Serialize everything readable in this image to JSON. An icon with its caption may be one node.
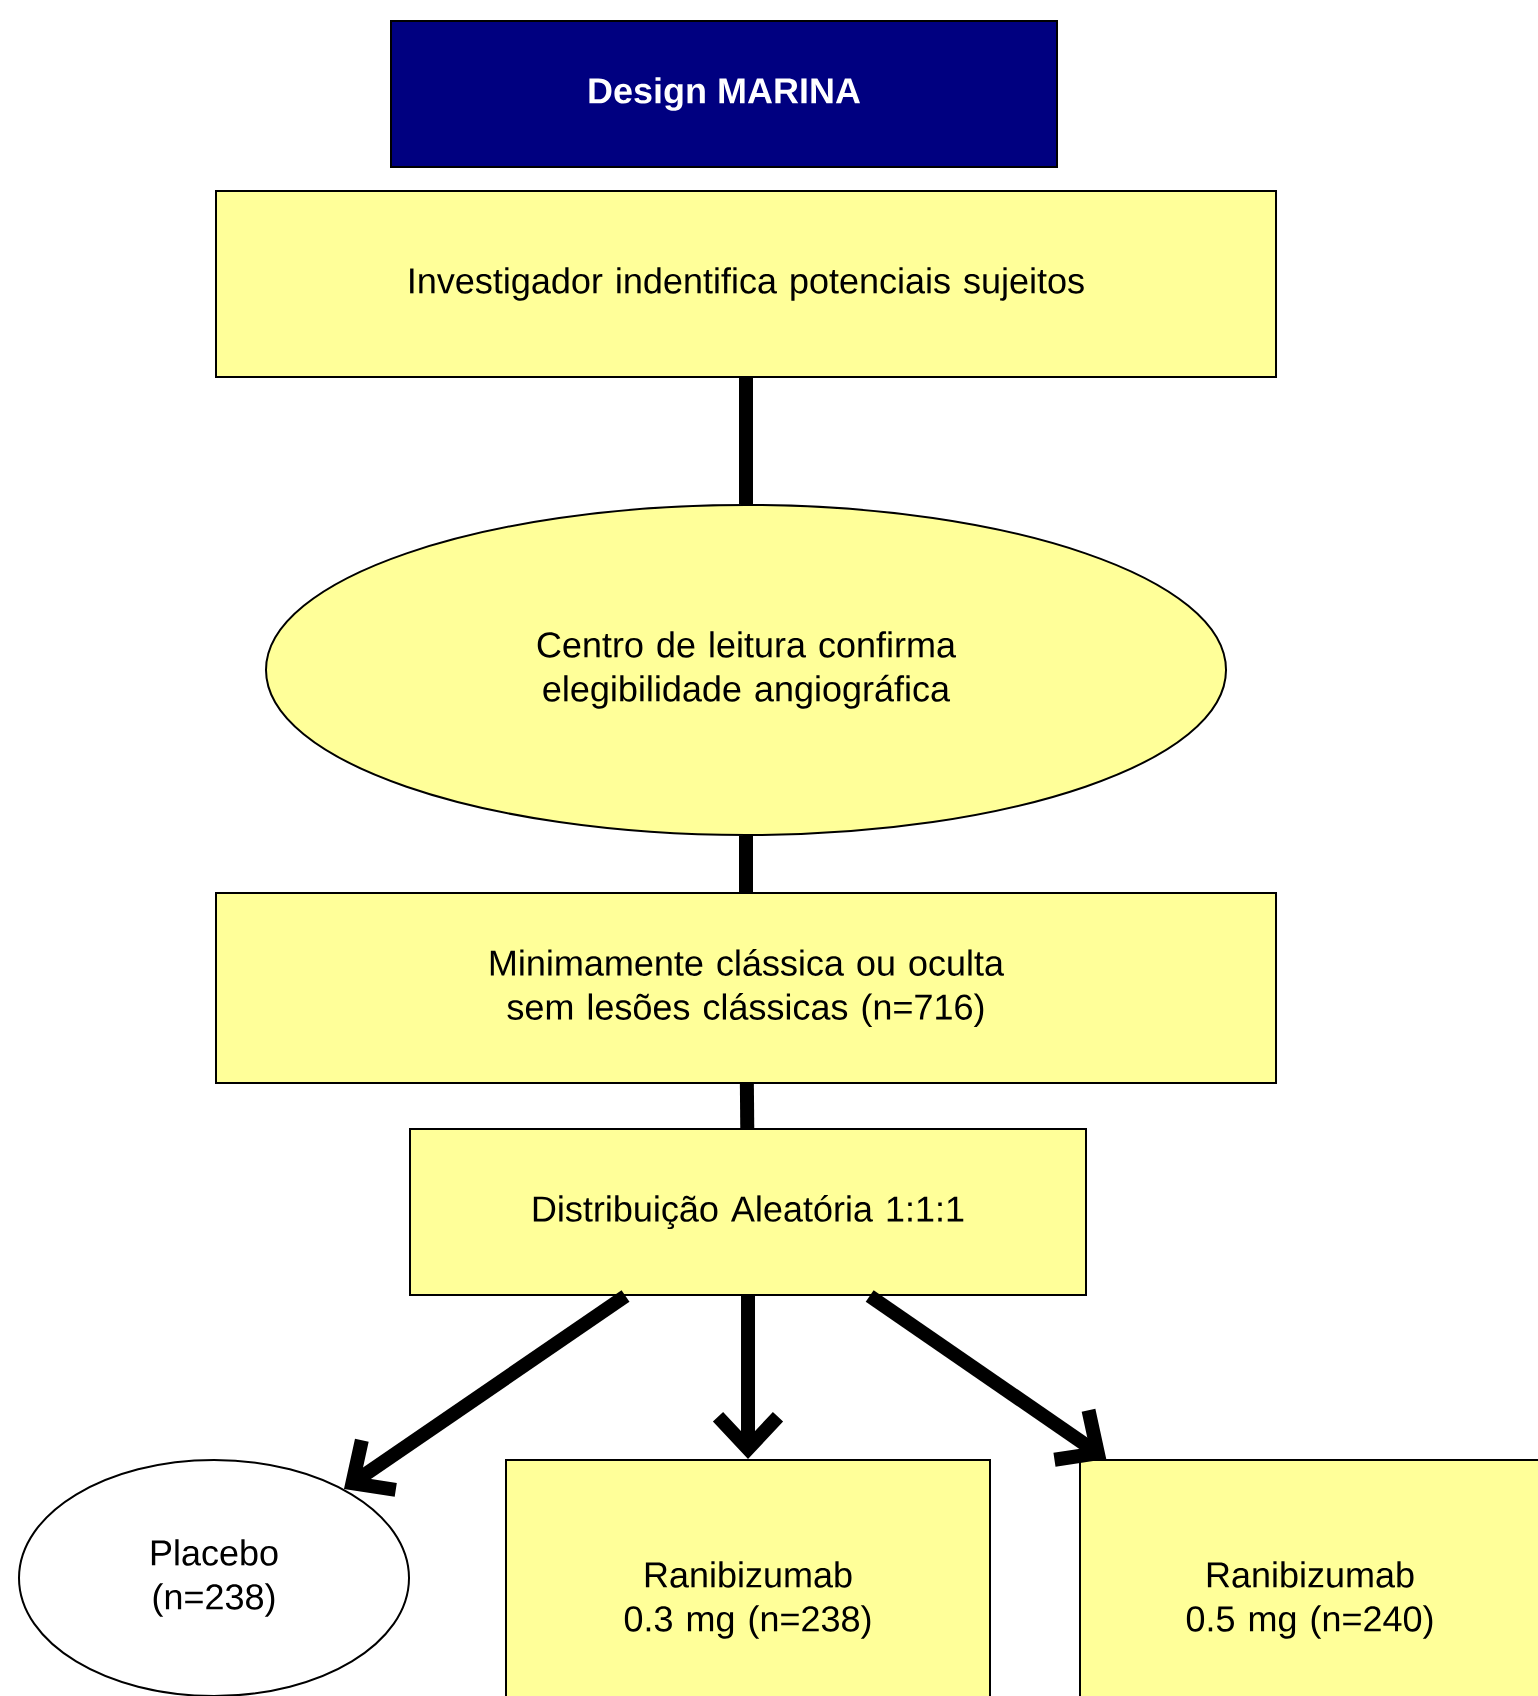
{
  "diagram": {
    "title": "Design MARINA",
    "nodes": [
      {
        "text": [
          "Investigador indentifica potenciais sujeitos"
        ]
      },
      {
        "text": [
          "Centro de leitura confirma elegibilidade angiográfica"
        ]
      },
      {
        "text": [
          "Minimamente clássica ou oculta sem lesões clássicas (n=716)"
        ]
      },
      {
        "text": [
          "Distribuição Aleatória 1:1:1"
        ]
      },
      {
        "text": [
          "Placebo (n=238)"
        ]
      },
      {
        "text": [
          "Ranibizumab 0.3 mg (n=238)"
        ]
      },
      {
        "text": [
          "Ranibizumab 0.5 mg (n=240)"
        ]
      }
    ],
    "edges": [
      {
        "from": 0,
        "to": 1,
        "arrow": "none"
      },
      {
        "from": 1,
        "to": 2,
        "arrow": "none"
      },
      {
        "from": 2,
        "to": 3,
        "arrow": "none"
      },
      {
        "from": 3,
        "to": 4,
        "arrow": "to"
      },
      {
        "from": 3,
        "to": 5,
        "arrow": "to"
      },
      {
        "from": 3,
        "to": 6,
        "arrow": "to"
      }
    ]
  }
}
